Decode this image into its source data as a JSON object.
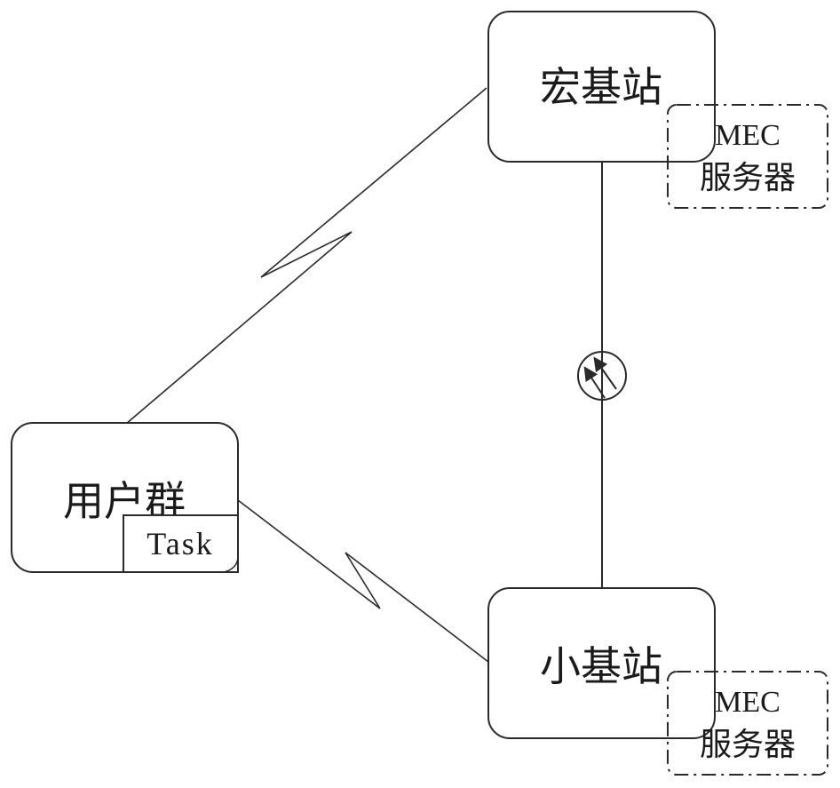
{
  "diagram": {
    "nodes": {
      "macro_bs": {
        "label": "宏基站"
      },
      "small_bs": {
        "label": "小基站"
      },
      "user_group": {
        "label": "用户群",
        "task_label": "Task"
      },
      "mec_macro": {
        "line1": "MEC",
        "line2": "服务器"
      },
      "mec_small": {
        "line1": "MEC",
        "line2": "服务器"
      }
    },
    "links": [
      {
        "from": "user_group",
        "to": "macro_bs",
        "type": "wireless",
        "symbol": "lightning-zigzag"
      },
      {
        "from": "user_group",
        "to": "small_bs",
        "type": "wireless",
        "symbol": "lightning-zigzag"
      },
      {
        "from": "macro_bs",
        "to": "small_bs",
        "type": "wired-backhaul",
        "symbol": "bidirectional-arrows-circle"
      }
    ],
    "colors": {
      "stroke": "#2a2a2a",
      "background": "#ffffff"
    }
  }
}
